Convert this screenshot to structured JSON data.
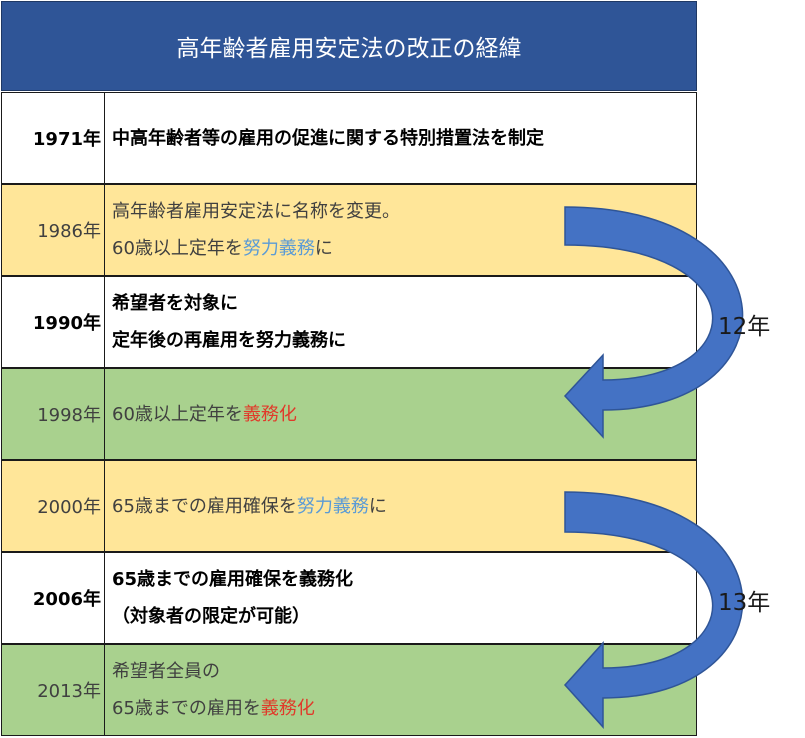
{
  "title": "高年齢者雇用安定法の改正の経緯",
  "colors": {
    "header": "#2f5597",
    "yellow_row": "#ffe699",
    "green_row": "#a9d18e",
    "arrow": "#4472c4",
    "blue_text": "#5b9bd5",
    "red_text": "#e03a2a"
  },
  "rows": [
    {
      "year": "1971年",
      "lines": [
        [
          {
            "text": "中高年齢者等の雇用の促進に関する特別措置法を制定"
          }
        ]
      ]
    },
    {
      "year": "1986年",
      "lines": [
        [
          {
            "text": "高年齢者雇用安定法に名称を変更。"
          }
        ],
        [
          {
            "text": "60歳以上定年を"
          },
          {
            "text": "努力義務",
            "hl": "blue"
          },
          {
            "text": "に"
          }
        ]
      ]
    },
    {
      "year": "1990年",
      "lines": [
        [
          {
            "text": "希望者を対象に"
          }
        ],
        [
          {
            "text": "定年後の再雇用を努力義務に"
          }
        ]
      ]
    },
    {
      "year": "1998年",
      "lines": [
        [
          {
            "text": "60歳以上定年を"
          },
          {
            "text": "義務化",
            "hl": "red"
          }
        ]
      ]
    },
    {
      "year": "2000年",
      "lines": [
        [
          {
            "text": "65歳までの雇用確保を"
          },
          {
            "text": "努力義務",
            "hl": "blue"
          },
          {
            "text": "に"
          }
        ]
      ]
    },
    {
      "year": "2006年",
      "lines": [
        [
          {
            "text": "65歳までの雇用確保を義務化"
          }
        ],
        [
          {
            "text": "（対象者の限定が可能）"
          }
        ]
      ]
    },
    {
      "year": "2013年",
      "lines": [
        [
          {
            "text": "希望者全員の"
          }
        ],
        [
          {
            "text": "65歳までの雇用を"
          },
          {
            "text": "義務化",
            "hl": "red"
          }
        ]
      ]
    }
  ],
  "gaps": [
    {
      "label": "12年",
      "from": "1986年",
      "to": "1998年"
    },
    {
      "label": "13年",
      "from": "2000年",
      "to": "2013年"
    }
  ]
}
